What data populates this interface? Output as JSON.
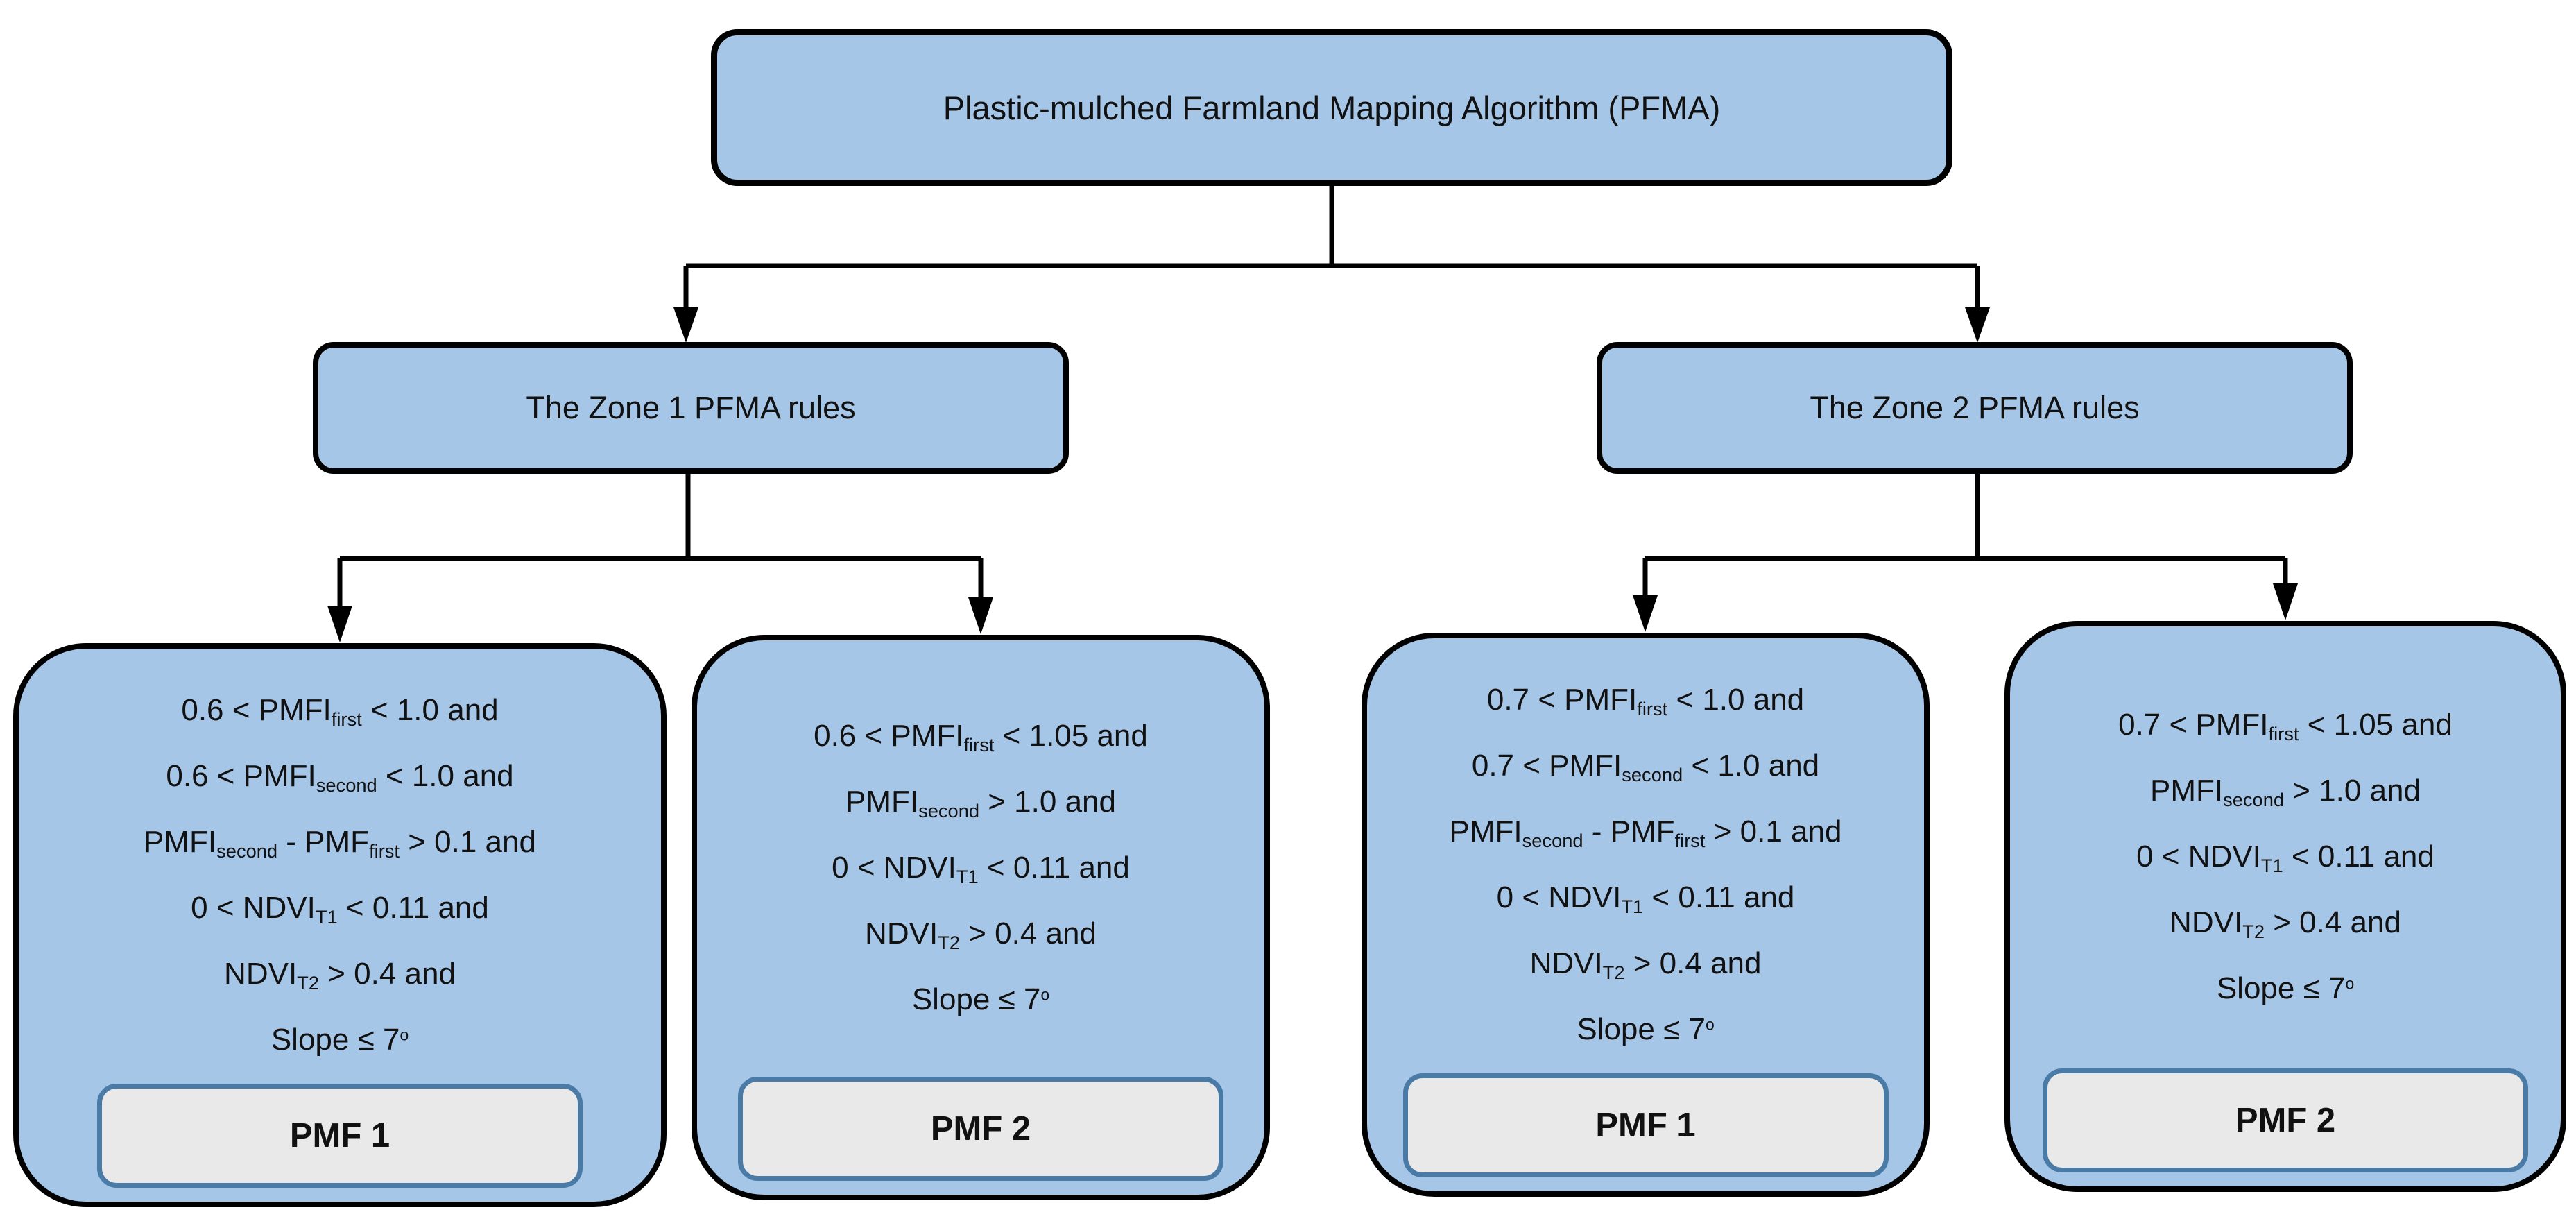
{
  "colors": {
    "box-fill": "#a6c6e8",
    "box-border": "#000000",
    "result-fill": "#e9e9e9",
    "result-border": "#4a7ba6",
    "text": "#111111"
  },
  "root": {
    "label": "Plastic-mulched Farmland Mapping Algorithm (PFMA)"
  },
  "zones": [
    {
      "label": "The Zone 1 PFMA rules"
    },
    {
      "label": "The Zone 2 PFMA rules"
    }
  ],
  "leaves": [
    {
      "result": "PMF 1",
      "rules": [
        [
          [
            "t",
            "0.6 < PMFI"
          ],
          [
            "s",
            "first"
          ],
          [
            "t",
            " < 1.0 and"
          ]
        ],
        [
          [
            "t",
            "0.6 < PMFI"
          ],
          [
            "s",
            "second"
          ],
          [
            "t",
            " < 1.0 and"
          ]
        ],
        [
          [
            "t",
            "PMFI"
          ],
          [
            "s",
            "second"
          ],
          [
            "t",
            " - PMF"
          ],
          [
            "s",
            "first"
          ],
          [
            "t",
            " > 0.1 and"
          ]
        ],
        [
          [
            "t",
            "0 < NDVI"
          ],
          [
            "s",
            "T1"
          ],
          [
            "t",
            " < 0.11 and"
          ]
        ],
        [
          [
            "t",
            "NDVI"
          ],
          [
            "s",
            "T2"
          ],
          [
            "t",
            " > 0.4 and"
          ]
        ],
        [
          [
            "t",
            "Slope ≤ 7"
          ],
          [
            "p",
            "o"
          ]
        ]
      ]
    },
    {
      "result": "PMF 2",
      "rules": [
        [
          [
            "t",
            "0.6 < PMFI"
          ],
          [
            "s",
            "first"
          ],
          [
            "t",
            " < 1.05 and"
          ]
        ],
        [
          [
            "t",
            "PMFI"
          ],
          [
            "s",
            "second"
          ],
          [
            "t",
            " > 1.0 and"
          ]
        ],
        [
          [
            "t",
            "0 < NDVI"
          ],
          [
            "s",
            "T1"
          ],
          [
            "t",
            " < 0.11 and"
          ]
        ],
        [
          [
            "t",
            "NDVI"
          ],
          [
            "s",
            "T2"
          ],
          [
            "t",
            " > 0.4 and"
          ]
        ],
        [
          [
            "t",
            "Slope ≤ 7"
          ],
          [
            "p",
            "o"
          ]
        ]
      ]
    },
    {
      "result": "PMF 1",
      "rules": [
        [
          [
            "t",
            "0.7 < PMFI"
          ],
          [
            "s",
            "first"
          ],
          [
            "t",
            " < 1.0 and"
          ]
        ],
        [
          [
            "t",
            "0.7 < PMFI"
          ],
          [
            "s",
            "second"
          ],
          [
            "t",
            " < 1.0 and"
          ]
        ],
        [
          [
            "t",
            "PMFI"
          ],
          [
            "s",
            "second"
          ],
          [
            "t",
            " - PMF"
          ],
          [
            "s",
            "first"
          ],
          [
            "t",
            " > 0.1 and"
          ]
        ],
        [
          [
            "t",
            "0 < NDVI"
          ],
          [
            "s",
            "T1"
          ],
          [
            "t",
            " < 0.11 and"
          ]
        ],
        [
          [
            "t",
            "NDVI"
          ],
          [
            "s",
            "T2"
          ],
          [
            "t",
            " > 0.4 and"
          ]
        ],
        [
          [
            "t",
            "Slope ≤ 7"
          ],
          [
            "p",
            "o"
          ]
        ]
      ]
    },
    {
      "result": "PMF 2",
      "rules": [
        [
          [
            "t",
            "0.7 < PMFI"
          ],
          [
            "s",
            "first"
          ],
          [
            "t",
            " < 1.05 and"
          ]
        ],
        [
          [
            "t",
            "PMFI"
          ],
          [
            "s",
            "second"
          ],
          [
            "t",
            " > 1.0 and"
          ]
        ],
        [
          [
            "t",
            "0 < NDVI"
          ],
          [
            "s",
            "T1"
          ],
          [
            "t",
            " < 0.11 and"
          ]
        ],
        [
          [
            "t",
            "NDVI"
          ],
          [
            "s",
            "T2"
          ],
          [
            "t",
            " > 0.4 and"
          ]
        ],
        [
          [
            "t",
            "Slope ≤ 7"
          ],
          [
            "p",
            "o"
          ]
        ]
      ]
    }
  ]
}
